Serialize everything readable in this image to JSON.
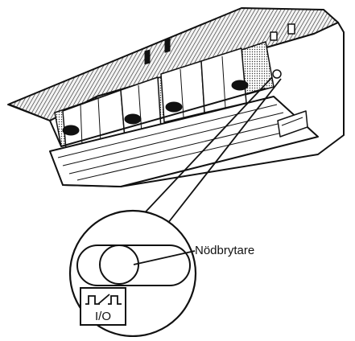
{
  "diagram": {
    "callout_label": "Nödbrytare",
    "switch_marking": "I/O",
    "colors": {
      "ink": "#111111",
      "paper": "#ffffff",
      "shade": "#2a2a2a"
    },
    "icons": [
      "air-conditioner-indoor-unit",
      "emergency-switch",
      "pulse-symbol-icon"
    ]
  }
}
